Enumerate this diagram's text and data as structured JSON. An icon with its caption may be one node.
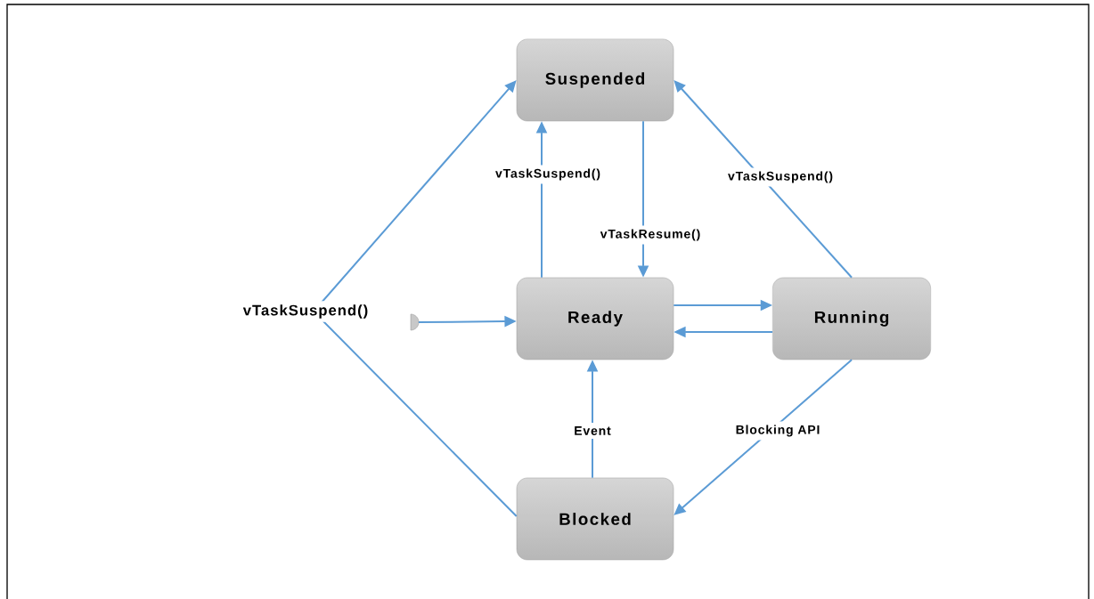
{
  "diagram": {
    "nodes": [
      {
        "text": [
          "Suspended"
        ]
      },
      {
        "text": [
          "Ready"
        ]
      },
      {
        "text": [
          "Running"
        ]
      },
      {
        "text": [
          "Blocked"
        ]
      },
      {
        "text": [],
        "shape": "semicircle"
      }
    ],
    "edges": [
      {
        "from": 1,
        "to": 0,
        "arrow": "to",
        "label": "vTaskSuspend()"
      },
      {
        "from": 0,
        "to": 1,
        "arrow": "to",
        "label": "vTaskResume()"
      },
      {
        "from": 2,
        "to": 0,
        "arrow": "to",
        "label": "vTaskSuspend()"
      },
      {
        "from": 3,
        "to": 0,
        "arrow": "to",
        "label": "vTaskSuspend()"
      },
      {
        "from": 4,
        "to": 1,
        "arrow": "to"
      },
      {
        "from": 1,
        "to": 2,
        "arrow": "to"
      },
      {
        "from": 2,
        "to": 1,
        "arrow": "to"
      },
      {
        "from": 3,
        "to": 1,
        "arrow": "to",
        "label": "Event"
      },
      {
        "from": 2,
        "to": 3,
        "arrow": "to",
        "label": "Blocking API"
      }
    ]
  }
}
